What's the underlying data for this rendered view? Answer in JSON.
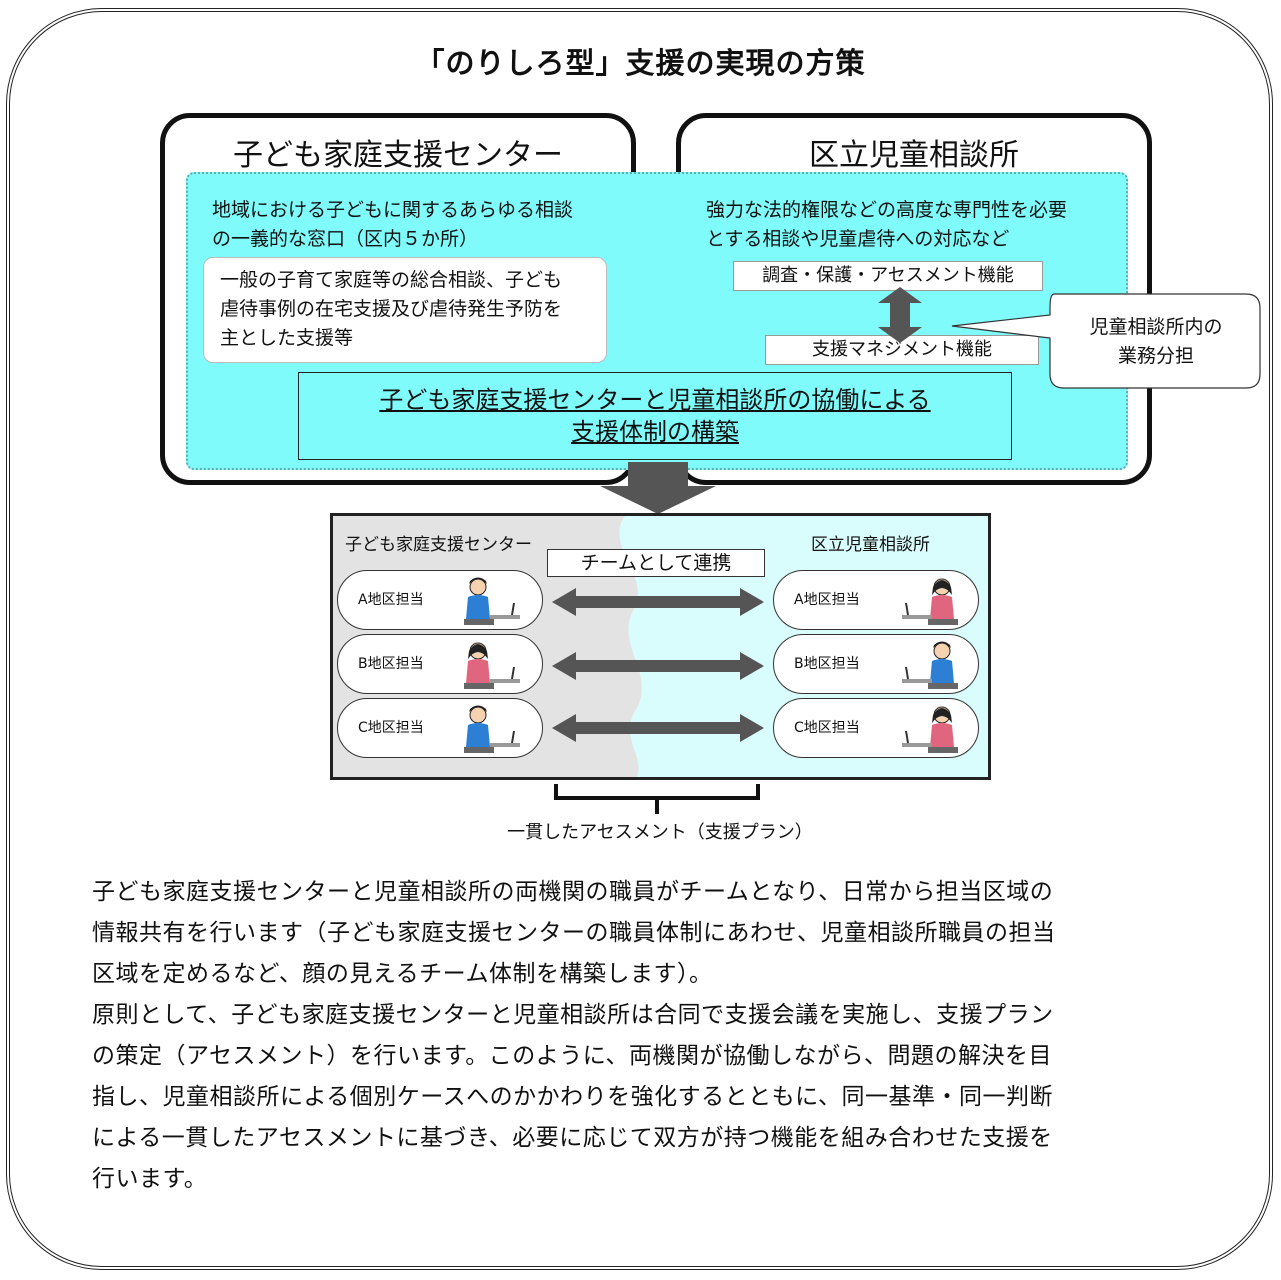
{
  "title": "「のりしろ型」支援の実現の方策",
  "left_org": {
    "name": "子ども家庭支援センター",
    "description": "地域における子どもに関するあらゆる相談の一義的な窓口（区内５か所）",
    "description_line1": "地域における子どもに関するあらゆる相談",
    "description_line2": "の一義的な窓口（区内５か所）",
    "services_line1": "一般の子育て家庭等の総合相談、子ども",
    "services_line2": "虐待事例の在宅支援及び虐待発生予防を",
    "services_line3": "主とした支援等"
  },
  "right_org": {
    "name": "区立児童相談所",
    "description_line1": "強力な法的権限などの高度な専門性を必要",
    "description_line2": "とする相談や児童虐待への対応など",
    "function_1": "調査・保護・アセスメント機能",
    "function_2": "支援マネジメント機能"
  },
  "callout": {
    "line1": "児童相談所内の",
    "line2": "業務分担"
  },
  "collaboration": {
    "line1": "子ども家庭支援センターと児童相談所の協働による",
    "line2": "支援体制の構築"
  },
  "team": {
    "left_label": "子ども家庭支援センター",
    "right_label": "区立児童相談所",
    "link_label": "チームとして連携",
    "rows": [
      {
        "left": "A地区担当",
        "right": "A地区担当"
      },
      {
        "left": "B地区担当",
        "right": "B地区担当"
      },
      {
        "left": "C地区担当",
        "right": "C地区担当"
      }
    ]
  },
  "caption": "一貫したアセスメント（支援プラン）",
  "body": {
    "line1": "子ども家庭支援センターと児童相談所の両機関の職員がチームとなり、日常から担当区域の",
    "line2": "情報共有を行います（子ども家庭支援センターの職員体制にあわせ、児童相談所職員の担当",
    "line3": "区域を定めるなど、顔の見えるチーム体制を構築します）。",
    "line4": "原則として、子ども家庭支援センターと児童相談所は合同で支援会議を実施し、支援プラン",
    "line5": "の策定（アセスメント）を行います。このように、両機関が協働しながら、問題の解決を目",
    "line6": "指し、児童相談所による個別ケースへのかかわりを強化するとともに、同一基準・同一判断",
    "line7": "による一貫したアセスメントに基づき、必要に応じて双方が持つ機能を組み合わせた支援を",
    "line8": "行います。"
  },
  "colors": {
    "cyan": "#7ffbfb",
    "gray_zone": "#e3e3e3",
    "light_cyan_zone": "#d9fcfc",
    "arrow": "#555555"
  }
}
